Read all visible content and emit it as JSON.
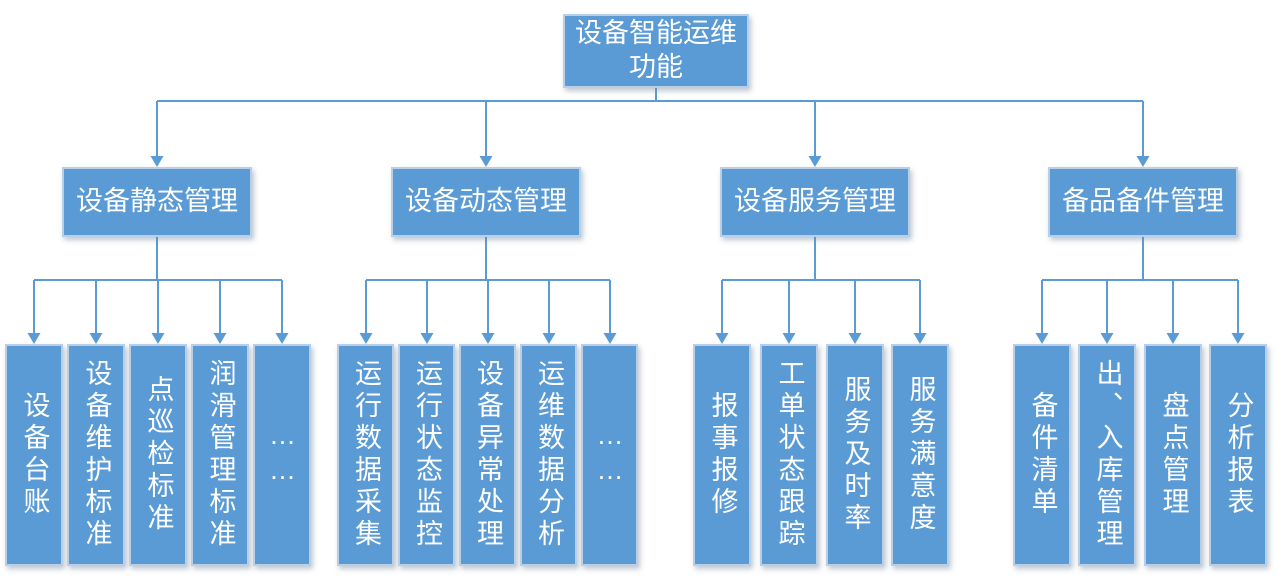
{
  "diagram": {
    "root": {
      "label": "设备智能运维功能"
    },
    "branches": [
      {
        "label": "设备静态管理",
        "children": [
          "设备台账",
          "设备维护标准",
          "点巡检标准",
          "润滑管理标准",
          "……"
        ]
      },
      {
        "label": "设备动态管理",
        "children": [
          "运行数据采集",
          "运行状态监控",
          "设备异常处理",
          "运维数据分析",
          "……"
        ]
      },
      {
        "label": "设备服务管理",
        "children": [
          "报事报修",
          "工单状态跟踪",
          "服务及时率",
          "服务满意度"
        ]
      },
      {
        "label": "备品备件管理",
        "children": [
          "备件清单",
          "出、入库管理",
          "盘点管理",
          "分析报表"
        ]
      }
    ],
    "colors": {
      "box_fill": "#5B9BD5",
      "box_border": "#BACFE6",
      "connector": "#5B9BD5",
      "text": "#FFFFFF"
    }
  }
}
